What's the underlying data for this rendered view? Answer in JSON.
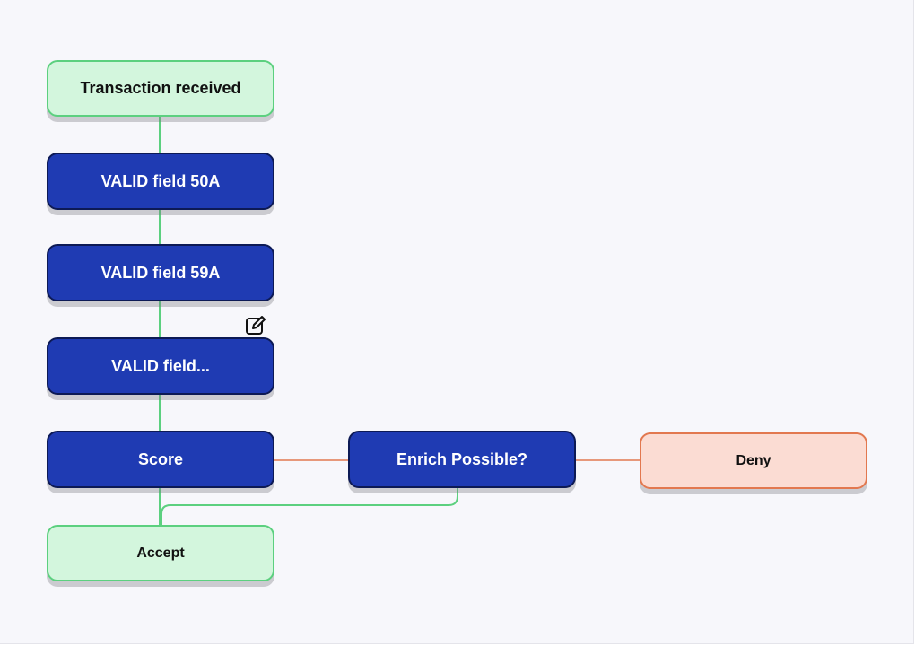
{
  "diagram": {
    "nodes": [
      {
        "id": "transaction-received",
        "label": "Transaction received"
      },
      {
        "id": "valid-field-50a",
        "label": "VALID field 50A"
      },
      {
        "id": "valid-field-59a",
        "label": "VALID field 59A"
      },
      {
        "id": "valid-field-more",
        "label": "VALID field..."
      },
      {
        "id": "score",
        "label": "Score"
      },
      {
        "id": "enrich-possible",
        "label": "Enrich Possible?"
      },
      {
        "id": "deny",
        "label": "Deny"
      },
      {
        "id": "accept",
        "label": "Accept"
      }
    ],
    "edges": [
      {
        "from": "transaction-received",
        "to": "valid-field-50a",
        "color": "#5cd07f"
      },
      {
        "from": "valid-field-50a",
        "to": "valid-field-59a",
        "color": "#5cd07f"
      },
      {
        "from": "valid-field-59a",
        "to": "valid-field-more",
        "color": "#5cd07f"
      },
      {
        "from": "valid-field-more",
        "to": "score",
        "color": "#5cd07f"
      },
      {
        "from": "score",
        "to": "accept",
        "color": "#5cd07f"
      },
      {
        "from": "score",
        "to": "enrich-possible",
        "color": "#e2784f"
      },
      {
        "from": "enrich-possible",
        "to": "deny",
        "color": "#e2784f"
      },
      {
        "from": "enrich-possible",
        "to": "accept",
        "color": "#5cd07f"
      }
    ],
    "colors": {
      "start_end_fill": "#d3f6dd",
      "start_end_border": "#5cd07f",
      "step_fill": "#1f3bb3",
      "step_border": "#0d1a55",
      "deny_fill": "#fbdcd3",
      "deny_border": "#e2784f",
      "background": "#f7f7fb"
    },
    "icons": [
      "edit-icon"
    ]
  }
}
